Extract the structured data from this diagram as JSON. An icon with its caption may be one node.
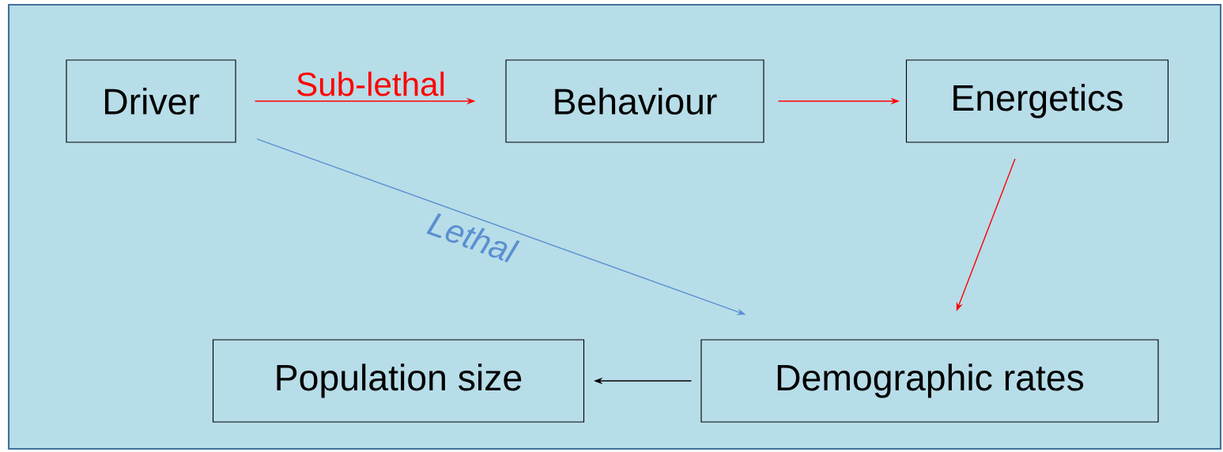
{
  "diagram": {
    "nodes": [
      {
        "text": [
          "Driver"
        ]
      },
      {
        "text": [
          "Behaviour"
        ]
      },
      {
        "text": [
          "Energetics"
        ]
      },
      {
        "text": [
          "Demographic rates"
        ]
      },
      {
        "text": [
          "Population size"
        ]
      }
    ],
    "edges": [
      {
        "from": 0,
        "to": 1,
        "arrow": "to",
        "label": "Sub-lethal"
      },
      {
        "from": 1,
        "to": 2,
        "arrow": "to"
      },
      {
        "from": 2,
        "to": 3,
        "arrow": "to"
      },
      {
        "from": 0,
        "to": 3,
        "arrow": "to",
        "label": "Lethal",
        "color": "#5b8fd0"
      },
      {
        "from": 3,
        "to": 4,
        "arrow": "to",
        "color": "#000000"
      }
    ]
  }
}
